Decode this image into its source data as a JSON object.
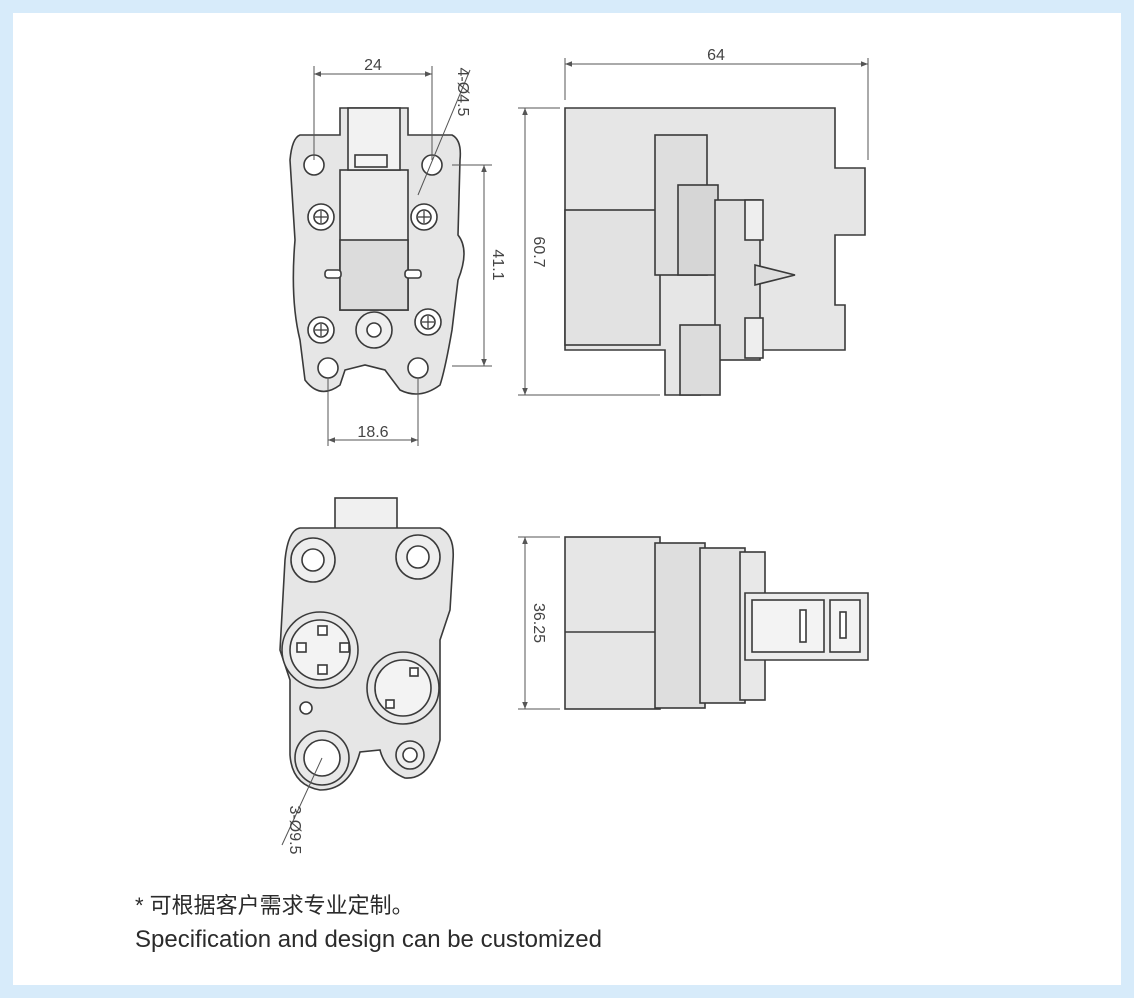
{
  "colors": {
    "border": "#d7ebfa",
    "body_fill": "#e6e6e6",
    "outline": "#3a3a3a",
    "dim_line": "#555555"
  },
  "top_view": {
    "dim_width": "24",
    "dim_hole": "4-Ø4.5",
    "dim_height": "41.1",
    "dim_bottom": "18.6"
  },
  "side_view": {
    "dim_length": "64",
    "dim_height": "60.7"
  },
  "bottom_side_view": {
    "dim_height": "36.25"
  },
  "front_view": {
    "dim_hole": "3-Ø9.5"
  },
  "notes": {
    "chinese": "* 可根据客户需求专业定制。",
    "english": "Specification and design can be customized"
  }
}
